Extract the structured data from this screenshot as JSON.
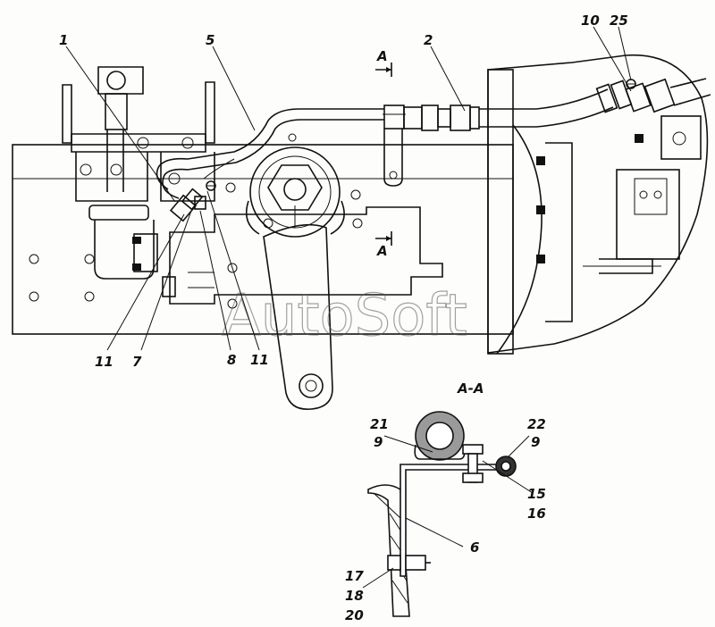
{
  "diagram": {
    "section_marker": "A",
    "section_title": "A-A",
    "watermark": "AutoSoft",
    "callouts": {
      "c1": "1",
      "c2": "2",
      "c5": "5",
      "c10": "10",
      "c25": "25",
      "c11a": "11",
      "c7": "7",
      "c8": "8",
      "c11b": "11",
      "c21": "21",
      "c9a": "9",
      "c22": "22",
      "c9b": "9",
      "c15": "15",
      "c16": "16",
      "c6": "6",
      "c17": "17",
      "c18": "18",
      "c20": "20"
    }
  }
}
